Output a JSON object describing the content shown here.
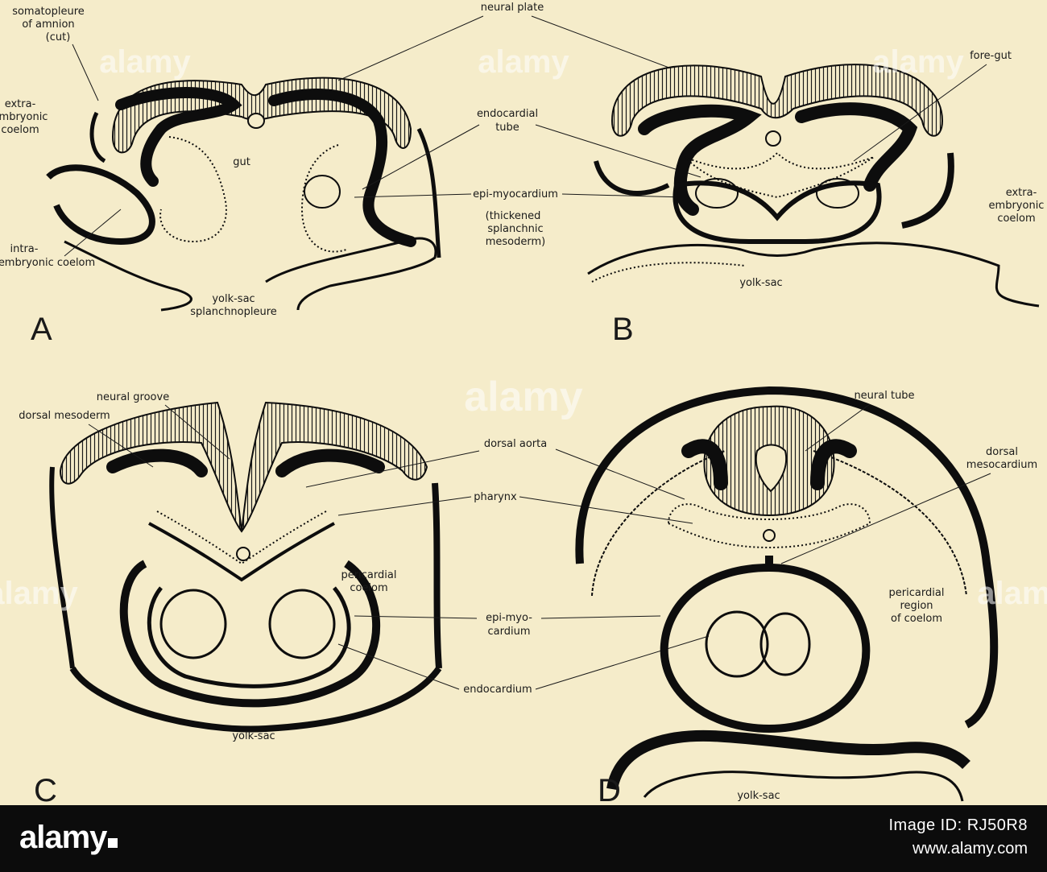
{
  "colors": {
    "paper": "#f5ecca",
    "ink": "#0d0d0d",
    "bar": "#0c0c0c"
  },
  "panels": {
    "A": {
      "letter": "A",
      "labels": {
        "somatopleure": "somatopleure",
        "of_amnion": "of amnion",
        "cut": "(cut)",
        "extra1": "extra-",
        "extra2": "embryonic",
        "extra3": "coelom",
        "gut": "gut",
        "intra1": "intra-",
        "intra2": "embryonic coelom",
        "yolk1": "yolk-sac",
        "yolk2": "splanchnopleure"
      }
    },
    "B": {
      "letter": "B",
      "labels": {
        "fore_gut": "fore-gut",
        "extra1": "extra-",
        "extra2": "embryonic",
        "extra3": "coelom",
        "yolk_sac": "yolk-sac"
      }
    },
    "C": {
      "letter": "C",
      "labels": {
        "neural_groove": "neural groove",
        "dorsal_mesoderm": "dorsal mesoderm",
        "peri1": "pericardial",
        "peri2": "coelom",
        "yolk_sac": "yolk-sac"
      }
    },
    "D": {
      "letter": "D",
      "labels": {
        "neural_tube": "neural tube",
        "dm1": "dorsal",
        "dm2": "mesocardium",
        "peri1": "pericardial",
        "peri2": "region",
        "peri3": "of coelom",
        "yolk_sac": "yolk-sac"
      }
    }
  },
  "shared": {
    "neural_plate": "neural plate",
    "endocardial1": "endocardial",
    "endocardial2": "tube",
    "epi_myocardium": "epi-myocardium",
    "thick1": "(thickened",
    "thick2": "splanchnic",
    "thick3": "mesoderm)",
    "dorsal_aorta": "dorsal aorta",
    "pharynx": "pharynx",
    "epimyo1": "epi-myo-",
    "epimyo2": "cardium",
    "endocardium": "endocardium"
  },
  "watermark": {
    "text": "alamy"
  },
  "footer": {
    "logo": "alamy",
    "image_id": "Image ID: RJ50R8",
    "url": "www.alamy.com"
  }
}
